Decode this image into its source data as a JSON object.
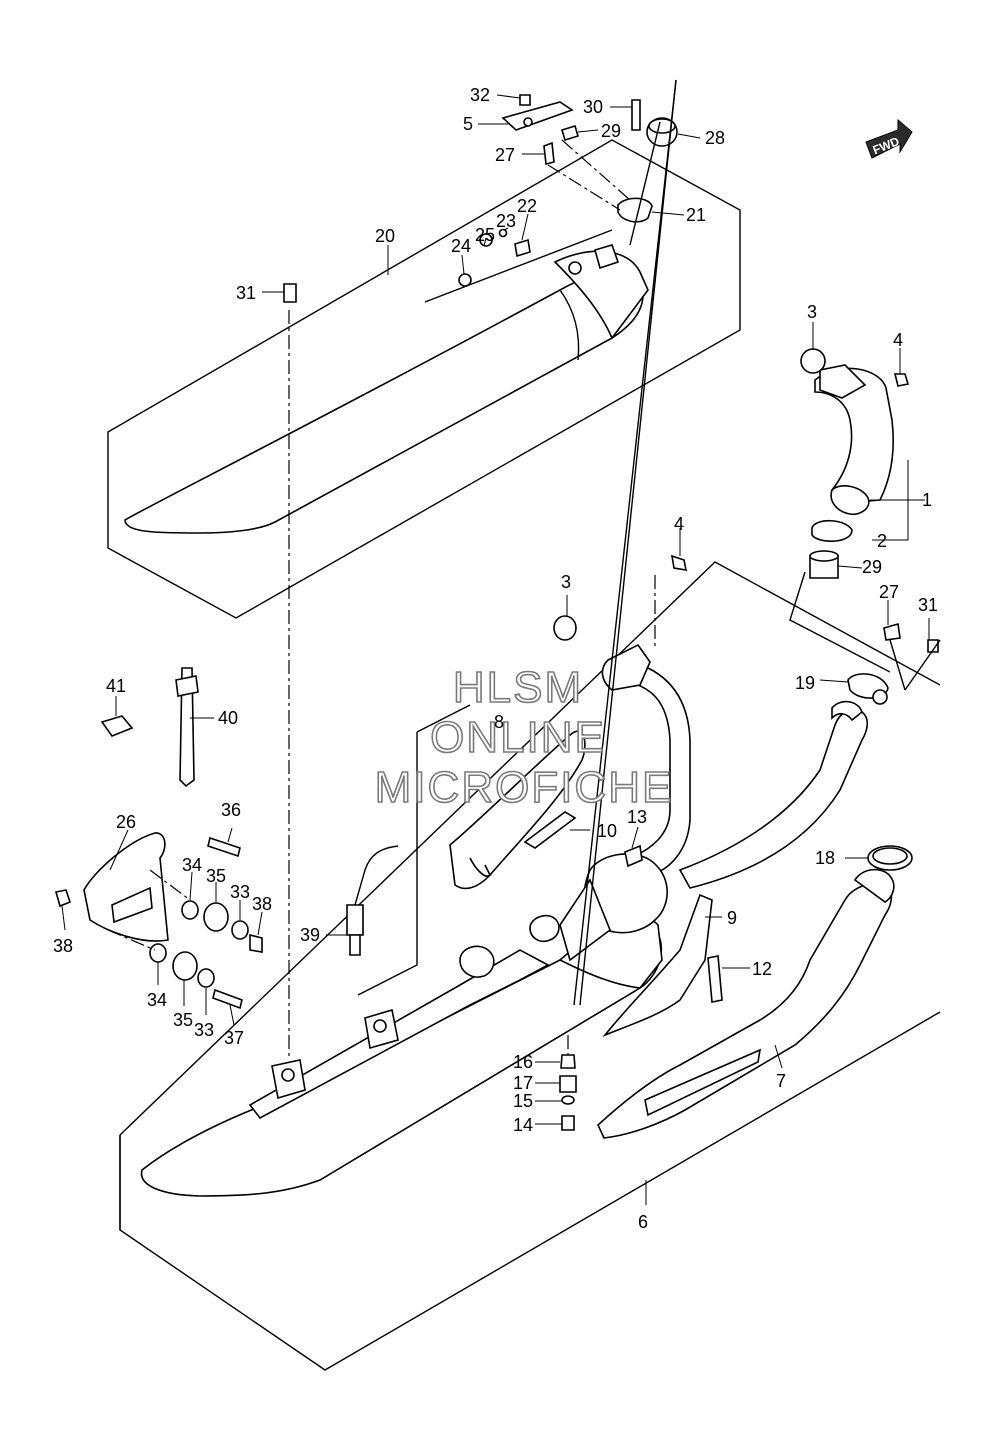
{
  "diagram": {
    "watermark": {
      "line1": "HLSM",
      "line2": "ONLINE",
      "line3": "MICROFICHE"
    },
    "fwd_badge": "FWD",
    "callouts": [
      {
        "id": "c1",
        "text": "1"
      },
      {
        "id": "c2",
        "text": "2"
      },
      {
        "id": "c3a",
        "text": "3"
      },
      {
        "id": "c3b",
        "text": "3"
      },
      {
        "id": "c4a",
        "text": "4"
      },
      {
        "id": "c4b",
        "text": "4"
      },
      {
        "id": "c5",
        "text": "5"
      },
      {
        "id": "c6",
        "text": "6"
      },
      {
        "id": "c7",
        "text": "7"
      },
      {
        "id": "c8",
        "text": "8"
      },
      {
        "id": "c9",
        "text": "9"
      },
      {
        "id": "c10",
        "text": "10"
      },
      {
        "id": "c12",
        "text": "12"
      },
      {
        "id": "c13",
        "text": "13"
      },
      {
        "id": "c14",
        "text": "14"
      },
      {
        "id": "c15",
        "text": "15"
      },
      {
        "id": "c16",
        "text": "16"
      },
      {
        "id": "c17",
        "text": "17"
      },
      {
        "id": "c18",
        "text": "18"
      },
      {
        "id": "c19",
        "text": "19"
      },
      {
        "id": "c20",
        "text": "20"
      },
      {
        "id": "c21",
        "text": "21"
      },
      {
        "id": "c22",
        "text": "22"
      },
      {
        "id": "c23",
        "text": "23"
      },
      {
        "id": "c24",
        "text": "24"
      },
      {
        "id": "c25",
        "text": "25"
      },
      {
        "id": "c26",
        "text": "26"
      },
      {
        "id": "c27a",
        "text": "27"
      },
      {
        "id": "c27b",
        "text": "27"
      },
      {
        "id": "c28",
        "text": "28"
      },
      {
        "id": "c29a",
        "text": "29"
      },
      {
        "id": "c29b",
        "text": "29"
      },
      {
        "id": "c30",
        "text": "30"
      },
      {
        "id": "c31a",
        "text": "31"
      },
      {
        "id": "c31b",
        "text": "31"
      },
      {
        "id": "c32",
        "text": "32"
      },
      {
        "id": "c33a",
        "text": "33"
      },
      {
        "id": "c33b",
        "text": "33"
      },
      {
        "id": "c34a",
        "text": "34"
      },
      {
        "id": "c34b",
        "text": "34"
      },
      {
        "id": "c35a",
        "text": "35"
      },
      {
        "id": "c35b",
        "text": "35"
      },
      {
        "id": "c36",
        "text": "36"
      },
      {
        "id": "c37",
        "text": "37"
      },
      {
        "id": "c38a",
        "text": "38"
      },
      {
        "id": "c38b",
        "text": "38"
      },
      {
        "id": "c39",
        "text": "39"
      },
      {
        "id": "c40",
        "text": "40"
      },
      {
        "id": "c41",
        "text": "41"
      }
    ]
  }
}
